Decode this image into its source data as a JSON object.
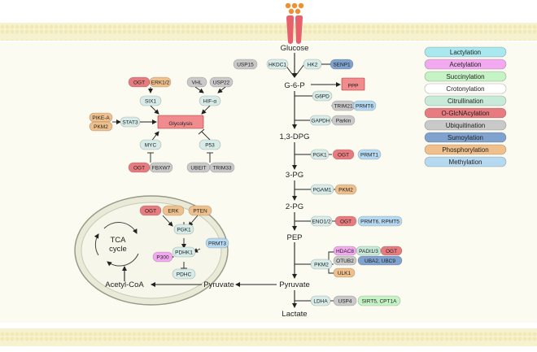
{
  "colors": {
    "lactylation": "#a8e8ee",
    "acetylation": "#f3a9f0",
    "succinylation": "#c5f3c5",
    "crotonylation": "#ffffff",
    "citrullination": "#c8ead8",
    "o_glcnacylation": "#e77b7f",
    "ubiquitination": "#c9c9c9",
    "sumoylation": "#7fa2cf",
    "phosphorylation": "#efbf8c",
    "methylation": "#b6d9f2",
    "enzyme": "#d7ece8",
    "glycolysis_fill": "#f08b8e",
    "membrane": "#f3efc6",
    "background": "#fbfbf1",
    "cell_bg": "#fdfdf4",
    "channel": "#e6616c",
    "glucose_dot": "#ee9030",
    "arrow": "#222222"
  },
  "legend": [
    {
      "label": "Lactylation",
      "color": "#a8e8ee"
    },
    {
      "label": "Acetylation",
      "color": "#f3a9f0"
    },
    {
      "label": "Succinylation",
      "color": "#c5f3c5"
    },
    {
      "label": "Crotonylation",
      "color": "#ffffff"
    },
    {
      "label": "Citrullination",
      "color": "#c8ead8"
    },
    {
      "label": "O-GlcNAcylation",
      "color": "#e77b7f"
    },
    {
      "label": "Ubiquitination",
      "color": "#c9c9c9"
    },
    {
      "label": "Sumoylation",
      "color": "#7fa2cf"
    },
    {
      "label": "Phosphorylation",
      "color": "#efbf8c"
    },
    {
      "label": "Methylation",
      "color": "#b6d9f2"
    }
  ],
  "metabolites": {
    "glucose": "Glucose",
    "g6p": "G-6-P",
    "dpg": "1,3-DPG",
    "pg3": "3-PG",
    "pg2": "2-PG",
    "pep": "PEP",
    "pyruvate_right": "Pyruvate",
    "lactate": "Lactate",
    "pyruvate_mito": "Pyruvate",
    "acetyl_coa": "Acetyl-CoA",
    "tca": "TCA",
    "cycle": "cycle",
    "ppp": "PPP",
    "glycolysis": "Glycolysis"
  },
  "enzymes": {
    "hk2": "HK2",
    "hkdc1": "HKDC1",
    "g6pd": "G6PD",
    "gapdh": "GAPDH",
    "pgk1": "PGK1",
    "pgam1": "PGAM1",
    "eno12": "ENO1/2",
    "pkm2": "PKM2",
    "ldha": "LDHA",
    "six1": "SIX1",
    "hif": "HIF-α",
    "stat3": "STAT3",
    "myc": "MYC",
    "p53": "P53",
    "pgk1_mito": "PGK1",
    "pdhk1": "PDHK1",
    "pdhc": "PDHC"
  },
  "modifiers": {
    "usp15": "USP15",
    "senp1": "SENP1",
    "trim21": "TRIM21",
    "prmt6_g6pd": "PRMT6",
    "parkin": "Parkin",
    "ogt_pgk1": "OGT",
    "prmt1": "PRMT1",
    "pkm2_pgam1": "PKM2",
    "ogt_eno": "OGT",
    "prmt6_rpmt5": "PRMT6, RPMT5",
    "hdac8": "HDAC8",
    "padi13": "PADI1/3",
    "ogt_pkm2": "OGT",
    "otub2": "OTUB2",
    "uba2_ubc9": "UBA2, UBC9",
    "ulk1": "ULK1",
    "usp4": "USP4",
    "sirt5_cpt1a": "SIRT5, CPT1A",
    "ogt_six1": "OGT",
    "erk12": "ERK1/2",
    "vhl": "VHL",
    "usp22": "USP22",
    "pike_a": "PIKE-A",
    "pkm2_stat3": "PKM2",
    "ogt_myc": "OGT",
    "fbxw7": "FBXW7",
    "ubeit": "UBEIT",
    "trim33": "TRIM33",
    "ogt_mito": "OGT",
    "erk_mito": "ERK",
    "pten": "PTEN",
    "prmt3": "PRMT3",
    "p300": "P300"
  }
}
